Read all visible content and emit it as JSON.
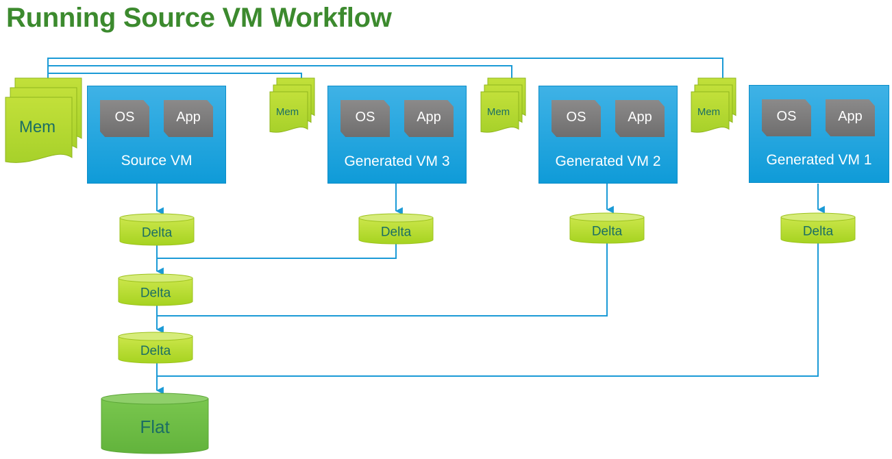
{
  "title": "Running Source VM Workflow",
  "colors": {
    "title": "#3c8a2e",
    "vm_box": "#1aa3dd",
    "chip": "#7c7b7b",
    "mem": "#b4d92a",
    "delta": "#b8dd2c",
    "flat": "#6fbe44",
    "connector": "#1a9ad6",
    "label_dark": "#1b6e63"
  },
  "vms": [
    {
      "id": "source-vm",
      "label": "Source VM",
      "os_label": "OS",
      "app_label": "App",
      "mem_label": "Mem",
      "delta_label": "Delta"
    },
    {
      "id": "generated-vm-3",
      "label": "Generated VM 3",
      "os_label": "OS",
      "app_label": "App",
      "mem_label": "Mem",
      "delta_label": "Delta"
    },
    {
      "id": "generated-vm-2",
      "label": "Generated VM 2",
      "os_label": "OS",
      "app_label": "App",
      "mem_label": "Mem",
      "delta_label": "Delta"
    },
    {
      "id": "generated-vm-1",
      "label": "Generated VM 1",
      "os_label": "OS",
      "app_label": "App",
      "mem_label": "Mem",
      "delta_label": "Delta"
    }
  ],
  "chain": {
    "delta_2_label": "Delta",
    "delta_3_label": "Delta",
    "flat_label": "Flat"
  },
  "edges": [
    {
      "from": "generated-vm-3-mem",
      "to": "source-vm-mem"
    },
    {
      "from": "generated-vm-2-mem",
      "to": "source-vm-mem"
    },
    {
      "from": "generated-vm-1-mem",
      "to": "source-vm-mem"
    },
    {
      "from": "source-vm",
      "to": "source-vm-delta"
    },
    {
      "from": "generated-vm-3",
      "to": "generated-vm-3-delta"
    },
    {
      "from": "generated-vm-2",
      "to": "generated-vm-2-delta"
    },
    {
      "from": "generated-vm-1",
      "to": "generated-vm-1-delta"
    },
    {
      "from": "source-vm-delta",
      "to": "chain-delta-2"
    },
    {
      "from": "generated-vm-3-delta",
      "to": "chain-delta-2"
    },
    {
      "from": "chain-delta-2",
      "to": "chain-delta-3"
    },
    {
      "from": "generated-vm-2-delta",
      "to": "chain-delta-3"
    },
    {
      "from": "chain-delta-3",
      "to": "flat"
    },
    {
      "from": "generated-vm-1-delta",
      "to": "flat"
    }
  ]
}
